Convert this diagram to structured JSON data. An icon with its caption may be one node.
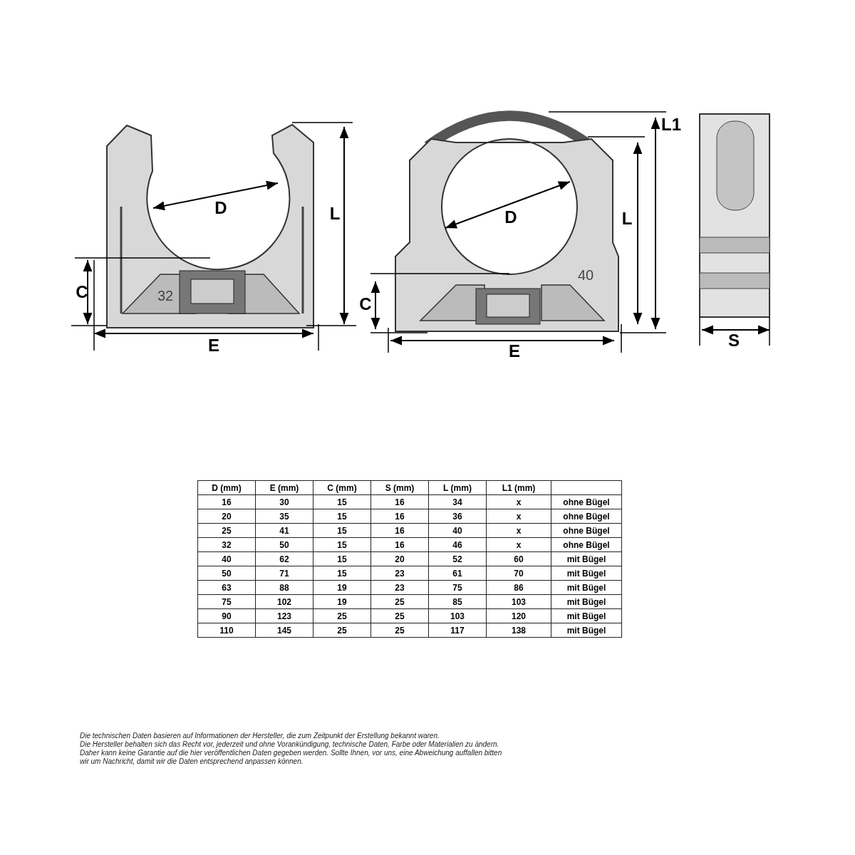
{
  "diagram": {
    "labels": [
      "D",
      "L",
      "C",
      "E",
      "32",
      "D",
      "L1",
      "L",
      "C",
      "E",
      "40",
      "S",
      "D (mm)",
      "E (mm)",
      "C (mm)",
      "S (mm)",
      "L (mm)",
      "L1 (mm)",
      "16",
      "30",
      "15",
      "16",
      "34",
      "x",
      "ohne Bügel",
      "20",
      "35",
      "15",
      "16",
      "36",
      "x",
      "ohne Bügel",
      "25",
      "41",
      "15",
      "16",
      "40",
      "x",
      "ohne Bügel",
      "32",
      "50",
      "15",
      "16",
      "46",
      "x",
      "ohne Bügel",
      "40",
      "62",
      "15",
      "20",
      "52",
      "60",
      "mit Bügel",
      "50",
      "71",
      "15",
      "23",
      "61",
      "70",
      "mit Bügel",
      "63",
      "88",
      "19",
      "23",
      "75",
      "86",
      "mit Bügel",
      "75",
      "102",
      "19",
      "25",
      "85",
      "103",
      "mit Bügel",
      "90",
      "123",
      "25",
      "25",
      "103",
      "120",
      "mit Bügel",
      "110",
      "145",
      "25",
      "25",
      "117",
      "138",
      "mit Bügel",
      "Die technischen Daten basieren auf Informationen der Hersteller, die zum Zeitpunkt der Erstellung bekannt waren.",
      "Die Hersteller behalten sich das Recht vor, jederzeit und ohne Vorankündigung, technische Daten, Farbe oder Materialien zu ändern.",
      "Daher kann keine Garantie auf die hier veröffentlichen Daten gegeben werden. Sollte Ihnen, vor uns, eine Abweichung auffallen bitten",
      "wir um Nachricht, damit wir die Daten entsprechend anpassen können."
    ]
  }
}
